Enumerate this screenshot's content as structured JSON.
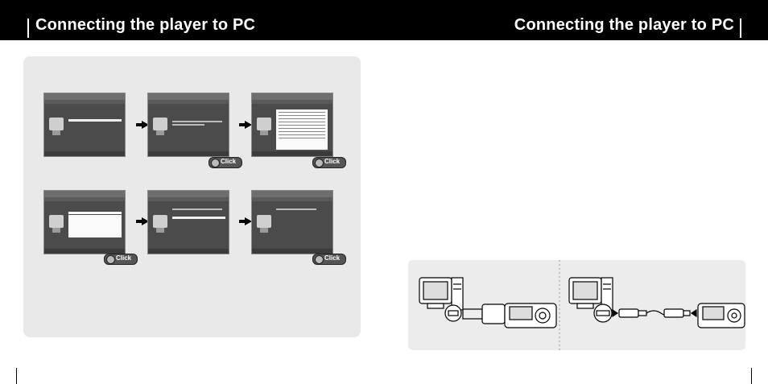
{
  "header": {
    "left_title": "Connecting the player to PC",
    "right_title": "Connecting the player to PC"
  },
  "steps": [
    {
      "screen": "setup-progress"
    },
    {
      "screen": "welcome-dialog",
      "click_label": "Click"
    },
    {
      "screen": "license-agreement",
      "click_label": "Click"
    },
    {
      "screen": "destination-select",
      "click_label": "Click"
    },
    {
      "screen": "install-progress"
    },
    {
      "screen": "finish-dialog",
      "click_label": "Click"
    }
  ],
  "colors": {
    "header_bg": "#000000",
    "header_text": "#ffffff",
    "panel_bg": "#e9e9e9"
  }
}
